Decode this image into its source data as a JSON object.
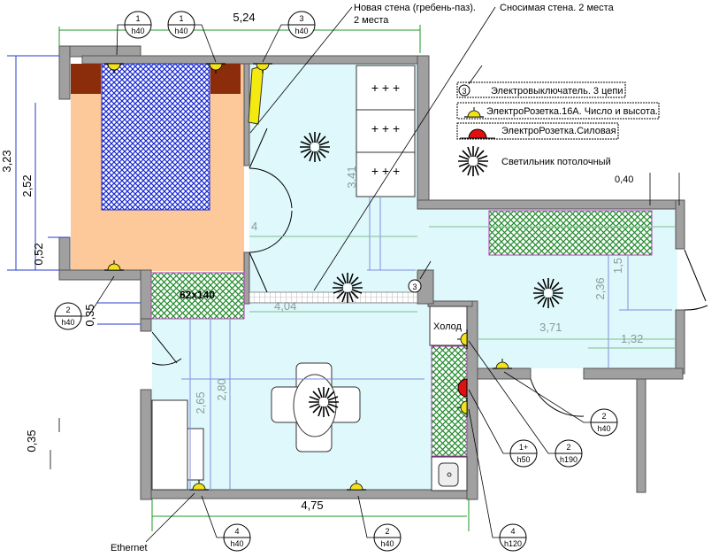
{
  "colors": {
    "wall": "#a0a0a0",
    "bedroom_floor": "#fdc89a",
    "room_floor": "#dff8fb",
    "bed": "#1a2ad0",
    "furniture_green": "#1f8a2a",
    "nightstand": "#8b2c0a",
    "socket": "#f2e21a",
    "power_socket": "#e01010",
    "dim_blue": "#2a3acc",
    "dim_green": "#1f9a2a"
  },
  "annotations": {
    "new_wall_line1": "Новая стена (гребень-паз).",
    "new_wall_line2": "2 места",
    "removed_wall": "Сносимая стена. 2 места"
  },
  "legend": {
    "switch_num": "3",
    "switch": "Электровыключатель. 3 цепи",
    "socket": "ЭлектроРозетка.16А. Число и высота.",
    "power_socket": "ЭлектроРозетка.Силовая",
    "light": "Светильник потолочный"
  },
  "dimensions": {
    "top_width": "5,24",
    "right_gap": "0,40",
    "bedroom_height": "3,23",
    "bedroom_inner": "2,52",
    "bedroom_offset": "0,52",
    "step_left": "0,35",
    "corridor_len": "3,41",
    "corridor_partial": "4",
    "corridor_width": "4,04",
    "room_height": "2,36",
    "room_sub": "1,5",
    "room_width": "3,71",
    "room_sub_width": "1,32",
    "kitchen_h1": "2,65",
    "kitchen_h2": "2,80",
    "kitchen_width": "4,75",
    "left_bottom": "0,35"
  },
  "labels": {
    "wardrobe": "62x140",
    "fridge": "Холод",
    "ethernet": "Ethernet",
    "switch_marker": "3"
  },
  "callouts": [
    {
      "top": "1",
      "bottom": "h40"
    },
    {
      "top": "1",
      "bottom": "h40"
    },
    {
      "top": "3",
      "bottom": "h40"
    },
    {
      "top": "2",
      "bottom": "h40"
    },
    {
      "top": "4",
      "bottom": "h40"
    },
    {
      "top": "2",
      "bottom": "h40"
    },
    {
      "top": "4",
      "bottom": "h120"
    },
    {
      "top": "1+",
      "bottom": "h50"
    },
    {
      "top": "2",
      "bottom": "h190"
    },
    {
      "top": "2",
      "bottom": "h40"
    }
  ]
}
